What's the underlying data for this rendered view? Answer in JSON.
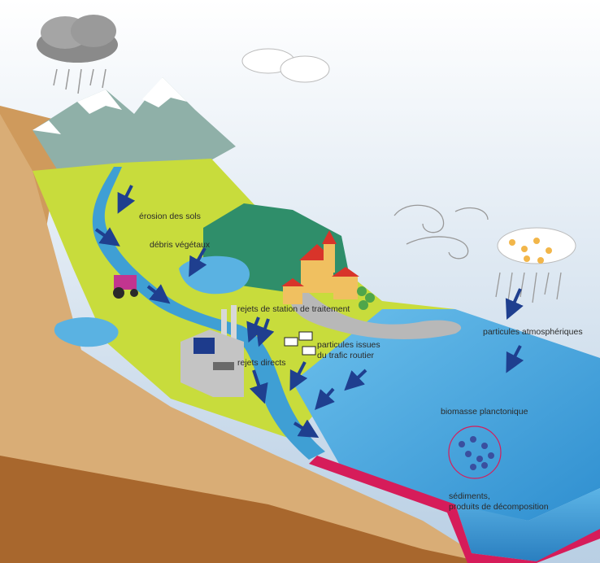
{
  "diagram": {
    "labels": {
      "soil_erosion": "érosion des sols",
      "plant_debris": "débris végétaux",
      "treatment_plant_discharge": "rejets de station de traitement",
      "road_traffic_particles_line1": "particules issues",
      "road_traffic_particles_line2": "du trafic routier",
      "direct_discharge": "rejets directs",
      "atmospheric_particles": "particules atmosphériques",
      "plankton_biomass": "biomasse planctonique",
      "sediments_line1": "sédiments,",
      "sediments_line2": "produits de décomposition"
    },
    "colors": {
      "sky_top": "#ffffff",
      "sky_bottom": "#b9cfe4",
      "soil": "#d9ad76",
      "soil_dark": "#a8672d",
      "grass": "#c8dc3c",
      "mountain": "#8fb0a8",
      "snow": "#ffffff",
      "forest": "#2f8e6a",
      "water": "#3f9fd4",
      "lake_water": "#5ab2e2",
      "arrow": "#1f3f8f",
      "roof": "#d8342a",
      "sediment_layer": "#d61c5a",
      "plankton": "#3a4f9f"
    }
  }
}
